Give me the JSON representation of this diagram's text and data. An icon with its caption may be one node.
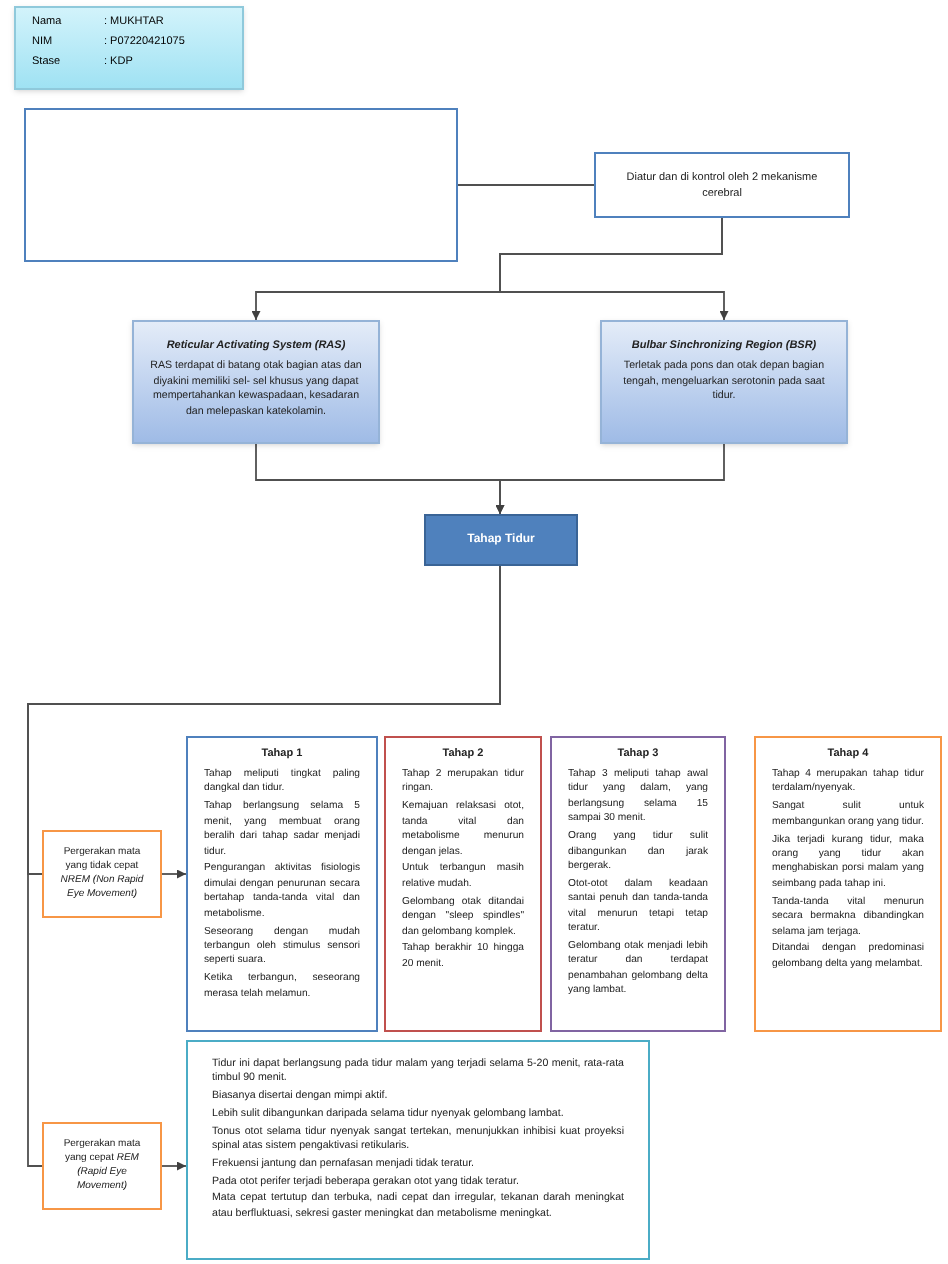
{
  "diagram": {
    "nodes": [
      {
        "text": [
          "Nama",
          ": MUKHTAR",
          "NIM",
          ": P07220421075",
          "Stase",
          ": KDP"
        ]
      },
      {
        "text": [],
        "shape": "box"
      },
      {
        "text": [
          "Diatur dan di kontrol oleh 2 mekanisme cerebral"
        ]
      },
      {
        "text": [
          "Reticular Activating System (RAS)",
          "RAS terdapat di batang otak bagian atas dan diyakini memiliki sel- sel khusus yang dapat mempertahankan kewaspadaan, kesadaran dan melepaskan katekolamin."
        ]
      },
      {
        "text": [
          "Bulbar Sinchronizing Region (BSR)",
          "Terletak pada pons dan otak depan bagian tengah, mengeluarkan serotonin pada saat tidur."
        ]
      },
      {
        "text": [
          "Tahap Tidur"
        ]
      },
      {
        "text": [
          "Pergerakan mata yang tidak cepat *NREM (Non Rapid Eye Movement)*"
        ]
      },
      {
        "text": [
          "Pergerakan mata yang cepat *REM (Rapid Eye Movement)*"
        ]
      },
      {
        "text": [
          "Tahap 1",
          "Tahap meliputi tingkat paling dangkal dan tidur.",
          "Tahap berlangsung selama 5 menit, yang membuat orang beralih dari tahap sadar menjadi tidur.",
          "Pengurangan aktivitas fisiologis dimulai dengan penurunan secara bertahap tanda-tanda vital dan metabolisme.",
          "Seseorang dengan mudah terbangun oleh stimulus sensori seperti suara.",
          "Ketika terbangun, seseorang merasa telah melamun."
        ]
      },
      {
        "text": [
          "Tahap 2",
          "Tahap 2 merupakan tidur ringan.",
          "Kemajuan relaksasi otot, tanda vital dan metabolisme menurun dengan jelas.",
          "Untuk terbangun masih relative mudah.",
          "Gelombang otak ditandai dengan \"sleep spindles\" dan gelombang komplek.",
          "Tahap berakhir 10 hingga 20 menit."
        ]
      },
      {
        "text": [
          "Tahap 3",
          "Tahap 3 meliputi tahap awal tidur yang dalam, yang berlangsung selama 15 sampai 30 menit.",
          "Orang yang tidur sulit dibangunkan dan jarak bergerak.",
          "Otot-otot dalam keadaan santai penuh dan tanda-tanda vital menurun tetapi tetap teratur.",
          "Gelombang otak menjadi lebih teratur dan terdapat penambahan gelombang delta yang lambat."
        ]
      },
      {
        "text": [
          "Tahap 4",
          "Tahap 4 merupakan tahap tidur terdalam/nyenyak.",
          "Sangat sulit untuk membangunkan orang yang tidur.",
          "Jika terjadi kurang tidur, maka orang yang tidur akan menghabiskan porsi malam yang seimbang pada tahap ini.",
          "Tanda-tanda vital menurun secara bermakna dibandingkan selama jam terjaga.",
          "Ditandai dengan predominasi gelombang delta yang melambat."
        ]
      },
      {
        "text": [
          "Tidur ini dapat berlangsung pada tidur malam yang terjadi selama 5-20 menit, rata-rata timbul 90 menit.",
          "Biasanya disertai dengan mimpi aktif.",
          "Lebih sulit dibangunkan daripada selama tidur nyenyak gelombang lambat.",
          "Tonus otot selama tidur nyenyak sangat tertekan, menunjukkan inhibisi kuat proyeksi spinal atas sistem pengaktivasi retikularis.",
          "Frekuensi jantung dan pernafasan menjadi tidak teratur.",
          "Pada otot perifer terjadi beberapa gerakan otot yang tidak teratur.",
          "Mata cepat tertutup dan terbuka, nadi cepat dan irregular, tekanan darah meningkat atau berfluktuasi, sekresi gaster meningkat dan metabolisme meningkat."
        ]
      }
    ],
    "edges": [
      {
        "from": 1,
        "to": 2,
        "arrow": "none"
      },
      {
        "from": 2,
        "to": 3,
        "arrow": "to"
      },
      {
        "from": 2,
        "to": 4,
        "arrow": "to"
      },
      {
        "from": 3,
        "to": 5,
        "arrow": "to"
      },
      {
        "from": 4,
        "to": 5,
        "arrow": "to"
      },
      {
        "from": 5,
        "to": 6,
        "arrow": "none"
      },
      {
        "from": 5,
        "to": 7,
        "arrow": "none"
      },
      {
        "from": 6,
        "to": 8,
        "arrow": "to"
      },
      {
        "from": 7,
        "to": 12,
        "arrow": "to"
      }
    ]
  }
}
